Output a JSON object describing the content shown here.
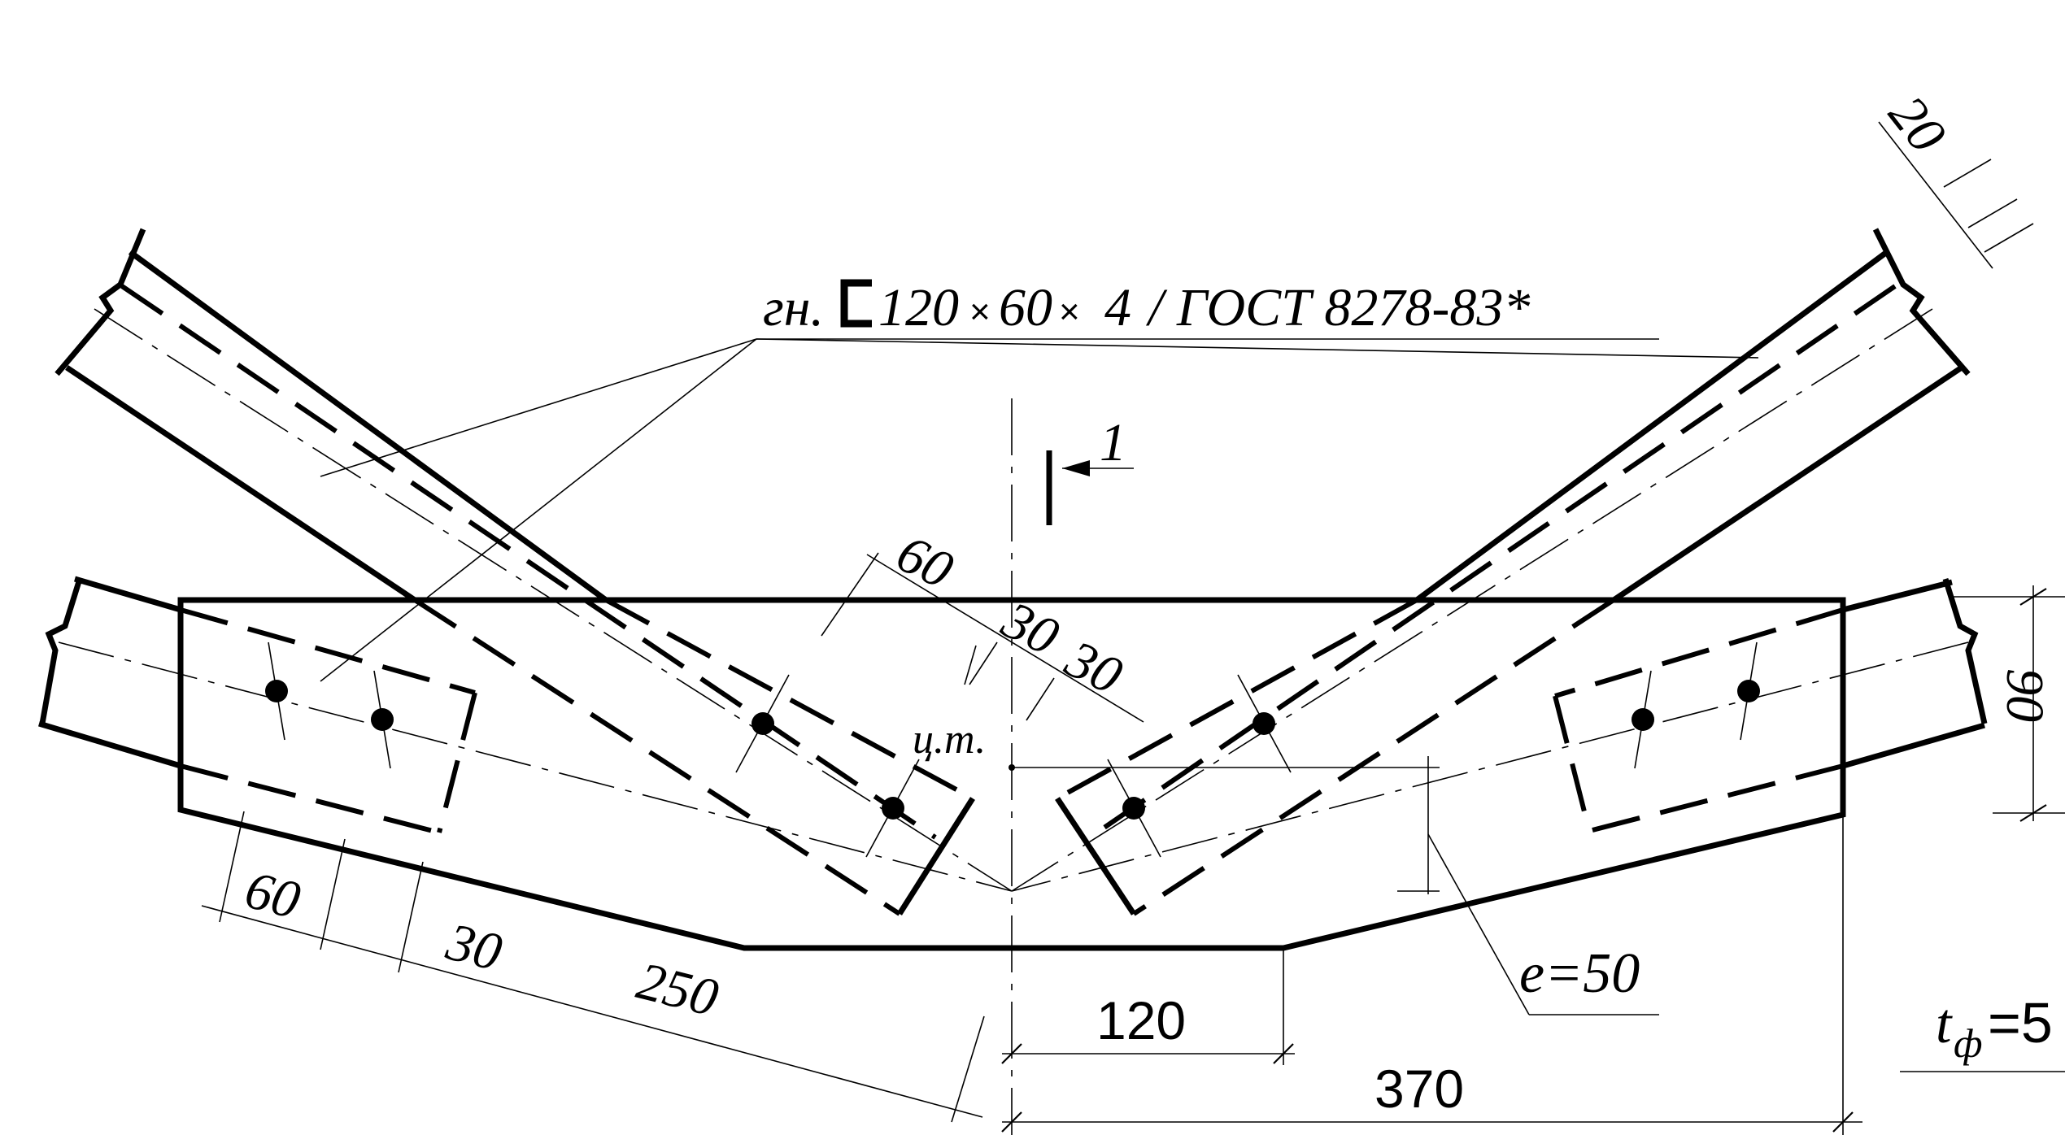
{
  "profile": {
    "prefix": "гн.",
    "spec": "120",
    "times1": "×",
    "dim2": "60",
    "times2": "×",
    "thickness": "4",
    "standard": "/ ГОСТ 8278-83*"
  },
  "section_mark": "1",
  "centroid_label": "ц.т.",
  "eccentricity_label": "e=50",
  "gusset_thickness_label": "tф=5",
  "gusset_thickness_base": "t",
  "gusset_thickness_sub": "ф",
  "gusset_thickness_value": "=5",
  "dimensions": {
    "top_right_width": "20",
    "right_height": "90",
    "diag_bolt_pitch": "60",
    "diag_edge_a": "30",
    "diag_edge_b": "30",
    "chord_bolt_pitch": "60",
    "chord_edge": "30",
    "chord_length": "250",
    "bottom_center": "120",
    "bottom_half": "370"
  }
}
